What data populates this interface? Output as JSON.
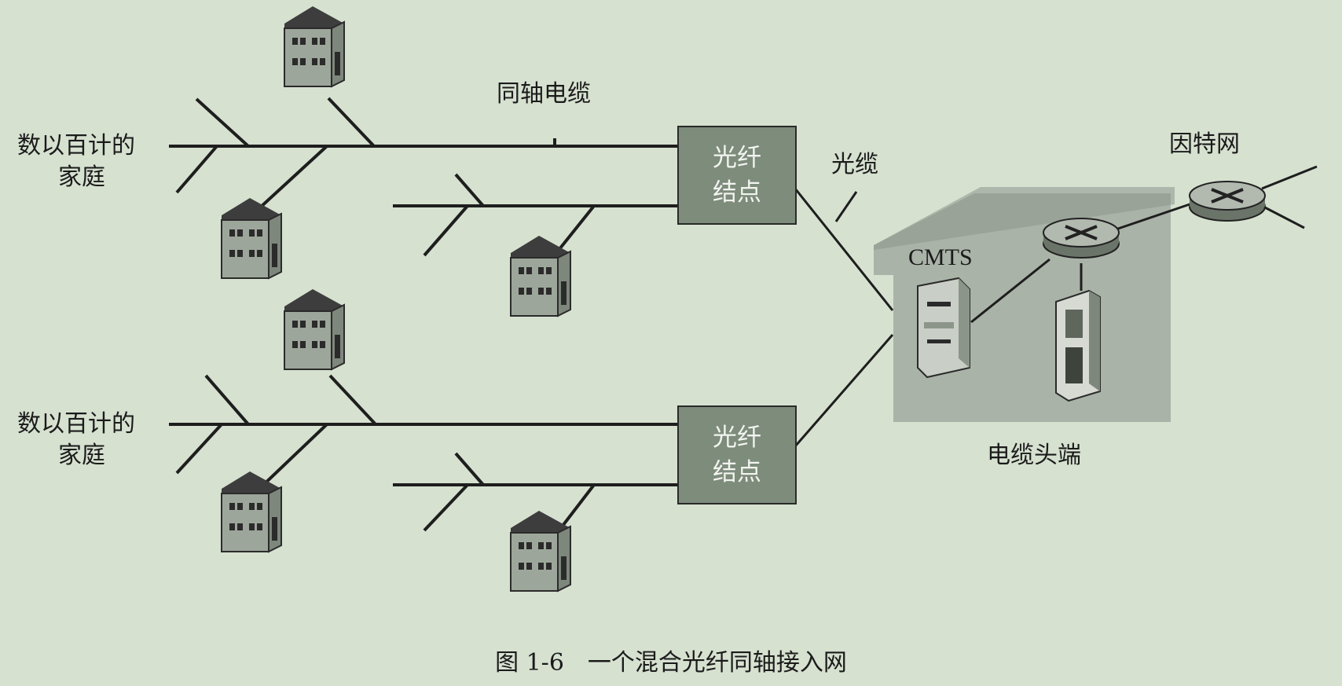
{
  "labels": {
    "homes_top": [
      "数以百计的",
      "家庭"
    ],
    "homes_bottom": [
      "数以百计的",
      "家庭"
    ],
    "coax": "同轴电缆",
    "fiber": "光缆",
    "fiber_node_top": [
      "光纤",
      "结点"
    ],
    "fiber_node_bottom": [
      "光纤",
      "结点"
    ],
    "cmts": "CMTS",
    "headend": "电缆头端",
    "internet": "因特网"
  },
  "caption": "图 1-6　一个混合光纤同轴接入网",
  "colors": {
    "background": "#d6e1d0",
    "line": "#1e1e1e",
    "node_fill": "#7d8c7b",
    "headend_fill": "#9aa39a",
    "house_wall": "#9da69a",
    "house_roof": "#3d3d3d"
  },
  "icons": [
    "house-icon",
    "router-icon",
    "cmts-server-icon",
    "server-icon"
  ]
}
